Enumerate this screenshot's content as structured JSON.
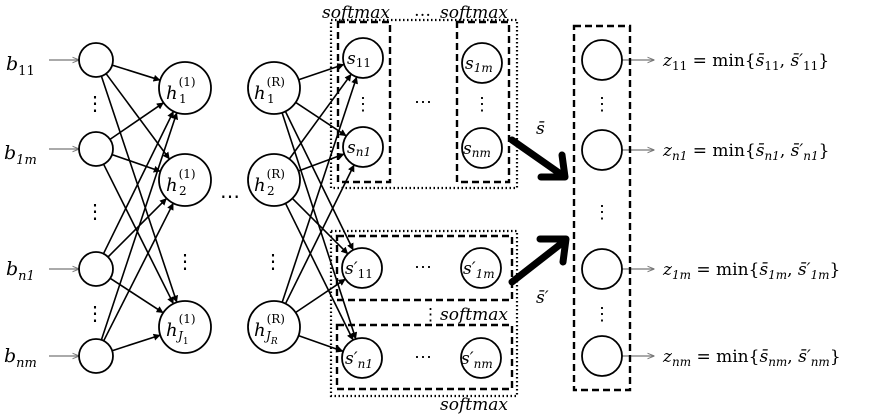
{
  "inputs": {
    "b11": {
      "main": "b",
      "sub": "11"
    },
    "b1m": {
      "main": "b",
      "sub": "1m"
    },
    "bn1": {
      "main": "b",
      "sub": "n1"
    },
    "bnm": {
      "main": "b",
      "sub": "nm"
    }
  },
  "hidden_first": {
    "h1": {
      "main": "h",
      "sub": "1",
      "sup": "(1)"
    },
    "h2": {
      "main": "h",
      "sub": "2",
      "sup": "(1)"
    },
    "hJ": {
      "main": "h",
      "sub": "J",
      "subsub": "1",
      "sup": "(1)"
    }
  },
  "hidden_last": {
    "h1": {
      "main": "h",
      "sub": "1",
      "sup": "(R)"
    },
    "h2": {
      "main": "h",
      "sub": "2",
      "sup": "(R)"
    },
    "hJ": {
      "main": "h",
      "sub": "J",
      "subsub": "R",
      "sup": "(R)"
    }
  },
  "softmax_nodes": {
    "s11": {
      "main": "s",
      "sub": "11"
    },
    "s1m": {
      "main": "s",
      "sub": "1m"
    },
    "sn1": {
      "main": "s",
      "sub": "n1"
    },
    "snm": {
      "main": "s",
      "sub": "nm"
    },
    "sp11": {
      "main": "s′",
      "sub": "11"
    },
    "sp1m": {
      "main": "s′",
      "sub": "1m"
    },
    "spn1": {
      "main": "s′",
      "sub": "n1"
    },
    "spnm": {
      "main": "s′",
      "sub": "nm"
    }
  },
  "softmax_labels": {
    "top_left": "softmax",
    "top_dots": "…",
    "top_right": "softmax",
    "middle": "softmax",
    "middle_dots": "⋮",
    "bottom": "softmax"
  },
  "arrow_labels": {
    "s_bar": "s̄",
    "s_bar_prime": "s̄′"
  },
  "dots": {
    "vertical": "⋮",
    "horizontal": "⋯"
  },
  "outputs": {
    "z11": {
      "lhs": "z",
      "lhs_sub": "11",
      "eq": " = min{",
      "a": "s̄",
      "a_sub": "11",
      "b": "s̄′",
      "b_sub": "11",
      "close": "}"
    },
    "zn1": {
      "lhs": "z",
      "lhs_sub": "n1",
      "eq": " = min{",
      "a": "s̄",
      "a_sub": "n1",
      "b": "s̄′",
      "b_sub": "n1",
      "close": "}"
    },
    "z1m": {
      "lhs": "z",
      "lhs_sub": "1m",
      "eq": " = min{",
      "a": "s̄",
      "a_sub": "1m",
      "b": "s̄′",
      "b_sub": "1m",
      "close": "}"
    },
    "znm": {
      "lhs": "z",
      "lhs_sub": "nm",
      "eq": " = min{",
      "a": "s̄",
      "a_sub": "nm",
      "b": "s̄′",
      "b_sub": "nm",
      "close": "}"
    }
  },
  "colors": {
    "stroke": "#000000",
    "background": "#ffffff"
  }
}
